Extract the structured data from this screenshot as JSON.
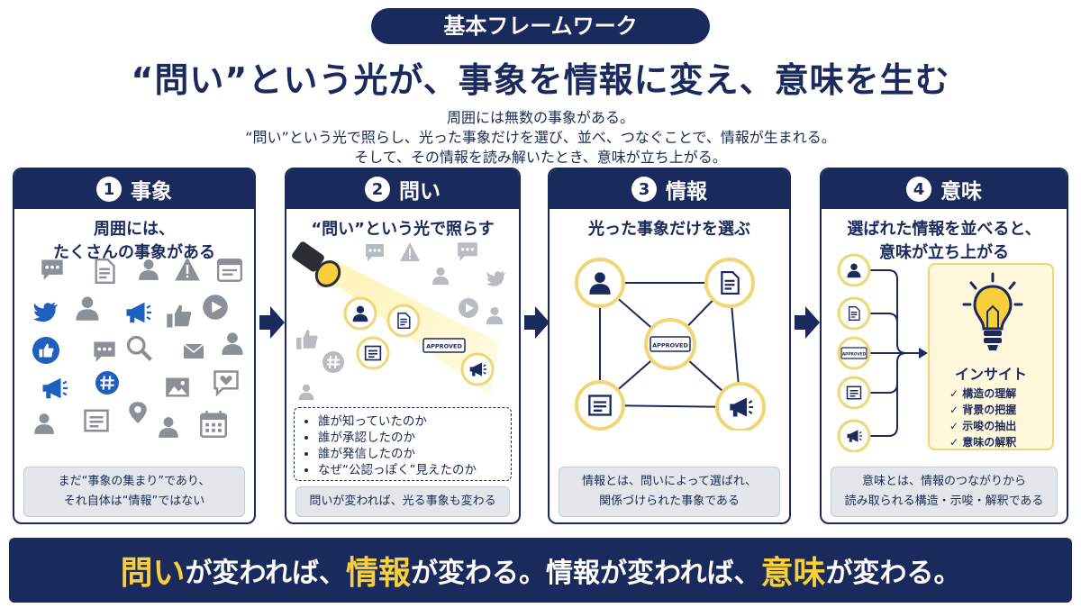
{
  "header": {
    "badge": "基本フレームワーク",
    "title": "“問い”という光が、事象を情報に変え、意味を生む",
    "subtitle_lines": [
      "周囲には無数の事象がある。",
      "“問い”という光で照らし、光った事象だけを選び、並べ、つなぐことで、情報が生まれる。",
      "そして、その情報を読み解いたとき、意味が立ち上がる。"
    ]
  },
  "cards": [
    {
      "number": "1",
      "title": "事象",
      "heading_lines": [
        "周囲には、",
        "たくさんの事象がある"
      ],
      "note_lines": [
        "まだ“事象の集まり”であり、",
        "それ自体は“情報”ではない"
      ]
    },
    {
      "number": "2",
      "title": "問い",
      "heading_lines": [
        "“問い”という光で照らす"
      ],
      "list": [
        "誰が知っていたのか",
        "誰が承認したのか",
        "誰が発信したのか",
        "なぜ“公認っぽく”見えたのか"
      ],
      "note_lines": [
        "問いが変われば、光る事象も変わる"
      ],
      "stamp": "APPROVED"
    },
    {
      "number": "3",
      "title": "情報",
      "heading_lines": [
        "光った事象だけを選ぶ"
      ],
      "note_lines": [
        "情報とは、問いによって選ばれ、",
        "関係づけられた事象である"
      ],
      "stamp": "APPROVED"
    },
    {
      "number": "4",
      "title": "意味",
      "heading_lines": [
        "選ばれた情報を並べると、",
        "意味が立ち上がる"
      ],
      "note_lines": [
        "意味とは、情報のつながりから",
        "読み取られる構造・示唆・解釈である"
      ],
      "stamp": "APPROVED",
      "insight": {
        "title": "インサイト",
        "items": [
          "構造の理解",
          "背景の把握",
          "示唆の抽出",
          "意味の解釈"
        ]
      }
    }
  ],
  "footer": {
    "p1": "問い",
    "p2": "が変われば、",
    "p3": "情報",
    "p4": "が変わる。情報が変われば、",
    "p5": "意味",
    "p6": "が変わる。"
  },
  "colors": {
    "navy": "#1b2a5c",
    "yellow": "#f6cf3a",
    "gray": "#8a8f98",
    "blue": "#1f5fbf"
  },
  "icons": [
    "chat-bubble-icon",
    "document-icon",
    "person-icon",
    "warning-icon",
    "browser-window-icon",
    "twitter-bird-icon",
    "megaphone-icon",
    "thumbs-up-icon",
    "play-icon",
    "like-icon",
    "magnifier-icon",
    "mail-icon",
    "hashtag-icon",
    "image-icon",
    "heart-chat-icon",
    "location-pin-icon",
    "calendar-icon",
    "flashlight-icon",
    "lightbulb-icon",
    "approved-stamp-icon"
  ]
}
